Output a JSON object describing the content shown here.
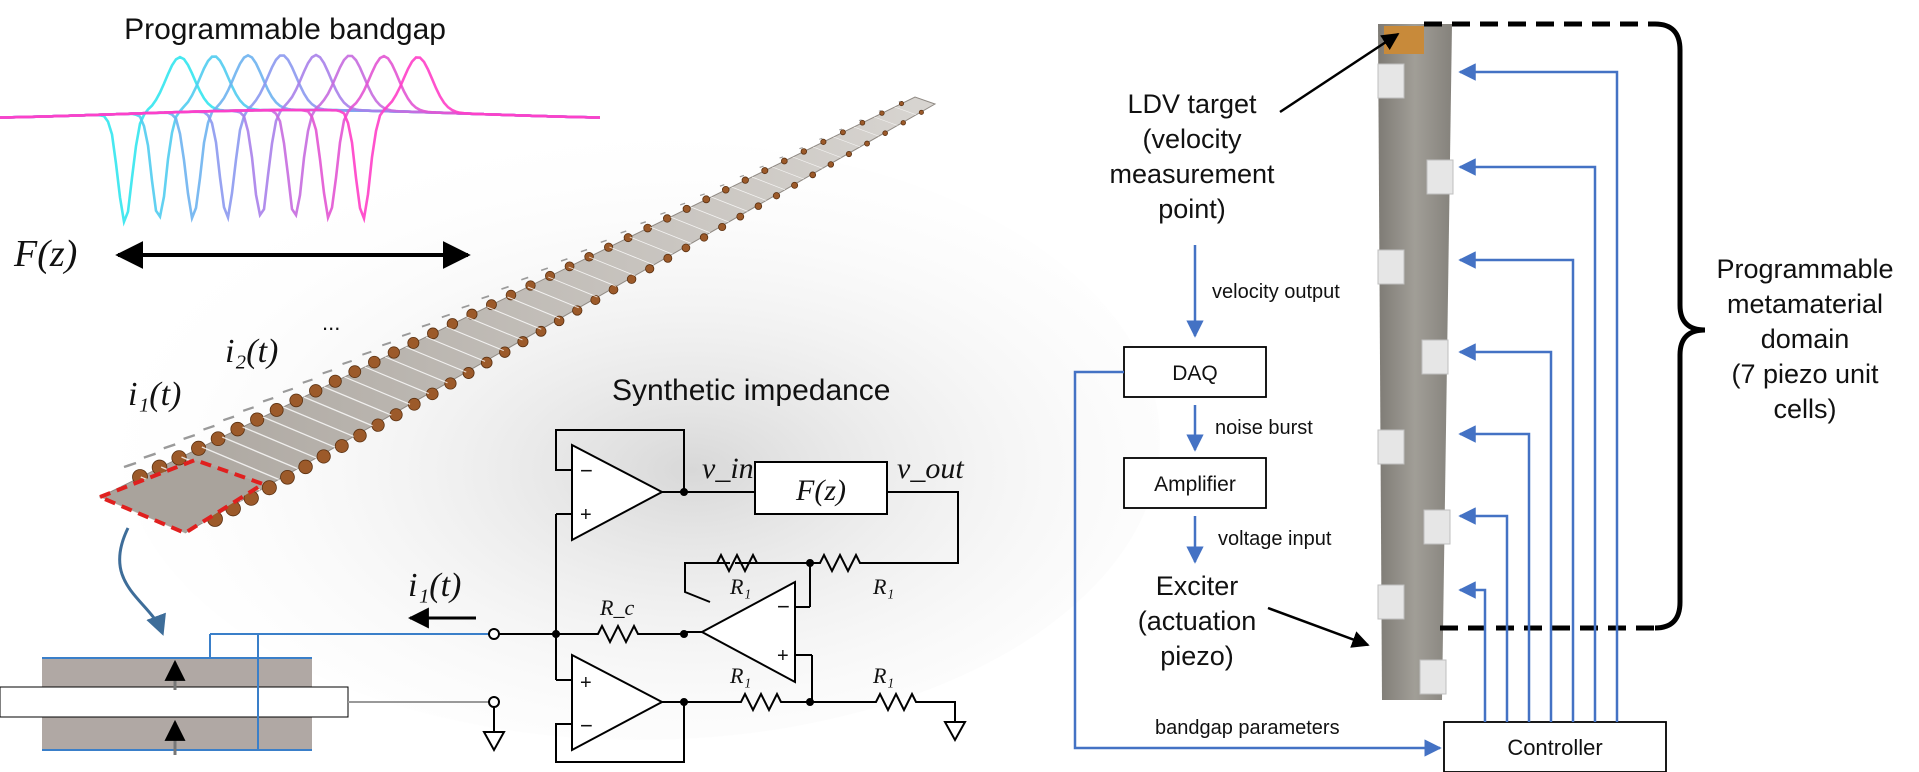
{
  "left": {
    "bandgap_title": "Programmable bandgap",
    "fz_label": "F(z)",
    "i2_label": "i₂(t)",
    "i1_label": "i₁(t)",
    "ellipsis": "...",
    "synthetic_title": "Synthetic impedance",
    "circuit": {
      "vin": "v_in",
      "vout": "v_out",
      "fz_box": "F(z)",
      "i1_label": "i₁(t)",
      "rc": "R_c",
      "r1": "R₁",
      "minus": "−",
      "plus": "+"
    },
    "colors": {
      "curve_start": "#33e5ee",
      "curve_mid": "#9b8cf0",
      "curve_end": "#ff3fc8",
      "highlight": "#e0201f",
      "wire_blue": "#3a7fc9",
      "beam": "#b9b2ab"
    }
  },
  "right": {
    "ldv_target": [
      "LDV target",
      "(velocity",
      "measurement",
      "point)"
    ],
    "velocity_output": "velocity output",
    "daq": "DAQ",
    "noise_burst": "noise burst",
    "amplifier": "Amplifier",
    "voltage_input": "voltage input",
    "exciter": [
      "Exciter",
      "(actuation",
      "piezo)"
    ],
    "bandgap_parameters": "bandgap parameters",
    "controller": "Controller",
    "domain": [
      "Programmable",
      "metamaterial",
      "domain",
      "(7 piezo unit",
      "cells)"
    ],
    "colors": {
      "arrow_blue": "#4472c4",
      "strip": "#8c8a84"
    }
  }
}
